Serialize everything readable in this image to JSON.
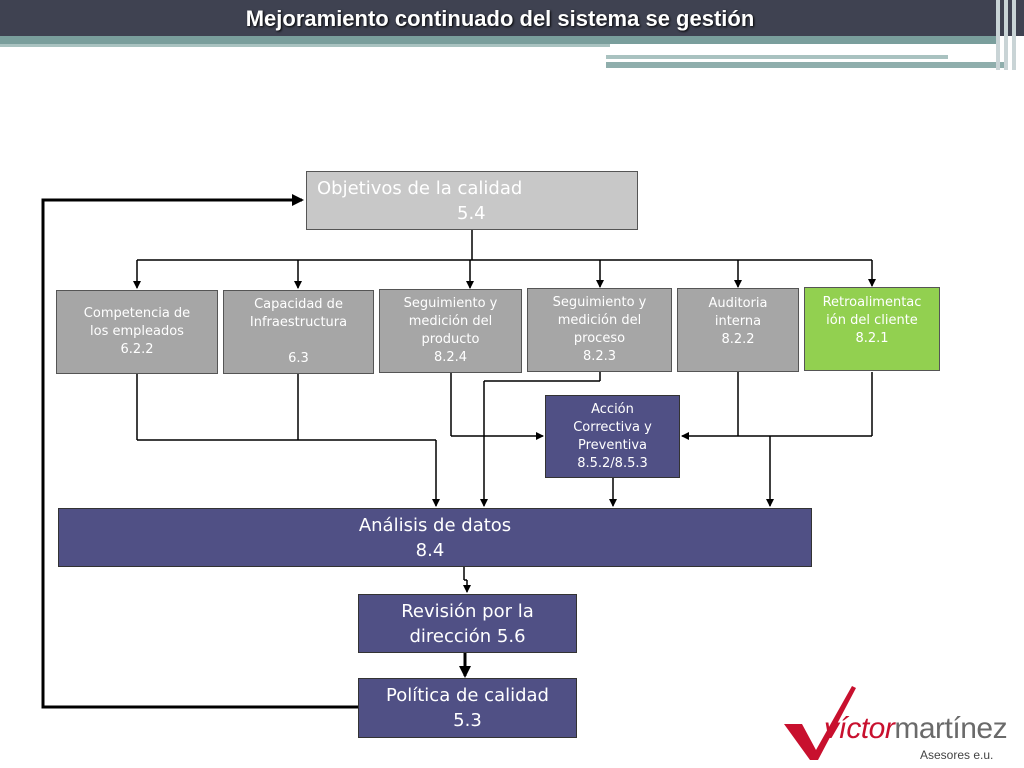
{
  "slide": {
    "title": "Mejoramiento continuado del sistema se gestión"
  },
  "boxes": {
    "objetivos": {
      "line1": "Objetivos de la calidad",
      "line2": "5.4"
    },
    "competencia": {
      "line1": "Competencia de",
      "line2": "los empleados",
      "line3": "6.2.2"
    },
    "capacidad": {
      "line1": "Capacidad de",
      "line2": "Infraestructura",
      "line3": "",
      "line4": "6.3"
    },
    "seg_producto": {
      "line1": "Seguimiento y",
      "line2": "medición del",
      "line3": "producto",
      "line4": "8.2.4"
    },
    "seg_proceso": {
      "line1": "Seguimiento y",
      "line2": "medición del",
      "line3": "proceso",
      "line4": "8.2.3"
    },
    "auditoria": {
      "line1": "Auditoria",
      "line2": "interna",
      "line3": "8.2.2"
    },
    "retro": {
      "line1": "Retroalimentac",
      "line2": "ión del cliente",
      "line3": "8.2.1"
    },
    "accion": {
      "line1": "Acción",
      "line2": "Correctiva y",
      "line3": "Preventiva",
      "line4": "8.5.2/8.5.3"
    },
    "analisis": {
      "line1": "Análisis de datos",
      "line2": "8.4"
    },
    "revision": {
      "line1": "Revisión por la",
      "line2": "dirección 5.6"
    },
    "politica": {
      "line1": "Política de calidad",
      "line2": "5.3"
    }
  },
  "logo": {
    "brand_first": "víctor",
    "brand_second": "martínez",
    "subtitle": "Asesores e.u."
  },
  "colors": {
    "header": "#3f4251",
    "gray_box": "#a6a6a6",
    "green_box": "#92d050",
    "purple_box": "#505085",
    "logo_red": "#c8102e"
  }
}
